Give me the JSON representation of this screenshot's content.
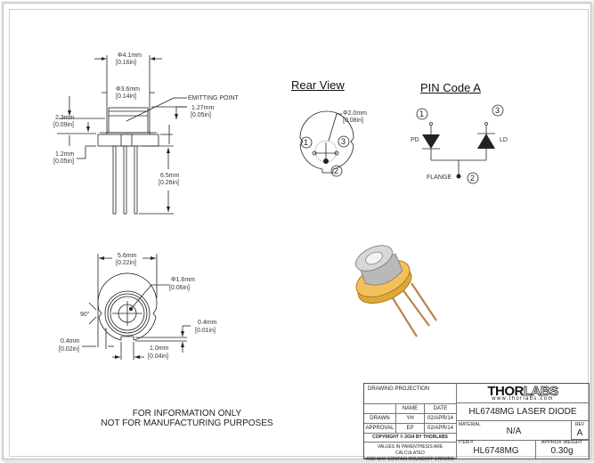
{
  "side_view": {
    "outer_diameter": "Φ4.1mm",
    "outer_diameter_in": "[0.16in]",
    "cap_diameter": "Φ3.6mm",
    "cap_diameter_in": "[0.14in]",
    "emitting_point_label": "EMITTING POINT",
    "emitting_height": "1.27mm",
    "emitting_height_in": "[0.05in]",
    "cap_height": "2.3mm",
    "cap_height_in": "[0.09in]",
    "flange_thickness": "1.2mm",
    "flange_thickness_in": "[0.05in]",
    "pin_length": "6.5mm",
    "pin_length_in": "[0.26in]"
  },
  "front_view": {
    "flange_diameter": "5.6mm",
    "flange_diameter_in": "[0.22in]",
    "window_diameter": "Φ1.6mm",
    "window_diameter_in": "[0.06in]",
    "angle": "90°",
    "notch_depth": "0.4mm",
    "notch_depth_in": "[0.01in]",
    "notch_width": "1.0mm",
    "notch_width_in": "[0.04in]",
    "side_gap": "0.4mm",
    "side_gap_in": "[0.02in]"
  },
  "rear_view": {
    "title": "Rear View",
    "pin_circle": "Φ2.0mm",
    "pin_circle_in": "[0.08in]",
    "pins": [
      "1",
      "2",
      "3"
    ]
  },
  "pin_code": {
    "title": "PIN Code A",
    "pd_label": "PD",
    "ld_label": "LD",
    "flange_label": "FLANGE",
    "pins": [
      "1",
      "2",
      "3"
    ]
  },
  "footer_note": {
    "line1": "FOR INFORMATION ONLY",
    "line2": "NOT FOR MANUFACTURING PURPOSES"
  },
  "title_block": {
    "drawing_projection": "DRAWING PROJECTION",
    "name_header": "NAME",
    "date_header": "DATE",
    "drawn_label": "DRAWN",
    "drawn_name": "YH",
    "drawn_date": "02/APR/14",
    "approval_label": "APPROVAL",
    "approval_name": "EP",
    "approval_date": "02/APR/14",
    "copyright": "COPYRIGHT © 2014 BY THORLABS",
    "disclaimer_line1": "VALUES IN PARENTHESIS ARE CALCULATED",
    "disclaimer_line2": "AND MAY CONTAIN ROUNDOFF ERRORS",
    "logo_text_bold": "THOR",
    "logo_text_outline": "LABS",
    "website": "www.thorlabs.com",
    "part_title": "HL6748MG LASER DIODE",
    "material_label": "MATERIAL",
    "material_value": "N/A",
    "rev_label": "REV",
    "rev_value": "A",
    "item_label": "ITEM #",
    "item_value": "HL6748MG",
    "weight_label": "APPROX WEIGHT",
    "weight_value": "0.30g"
  }
}
